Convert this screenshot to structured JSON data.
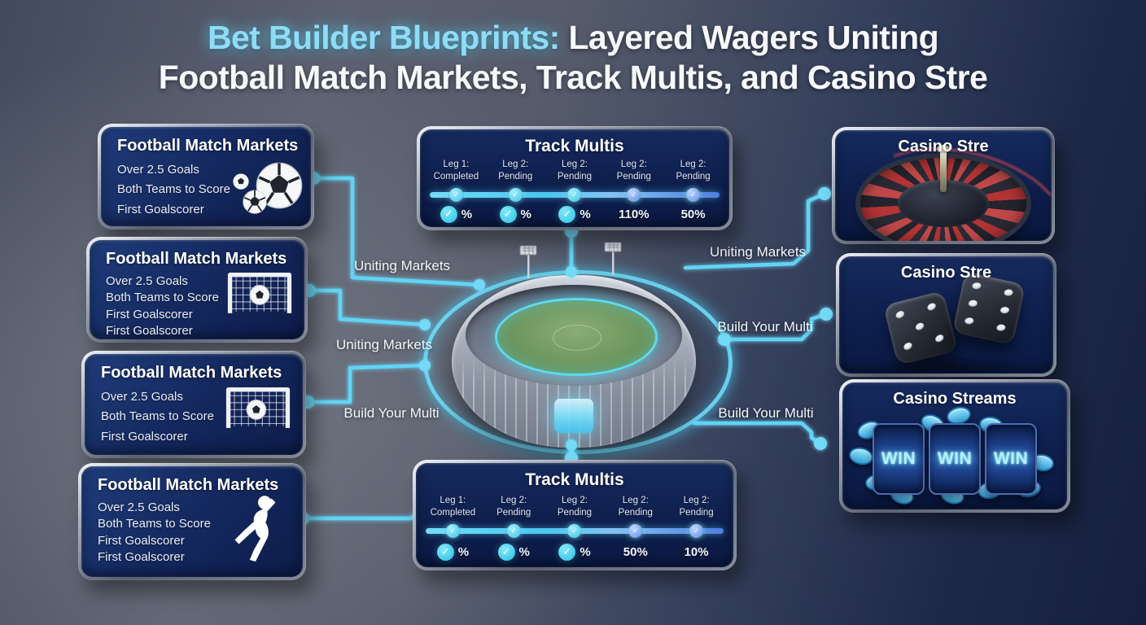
{
  "title": {
    "highlight": "Bet Builder Blueprints:",
    "line1_rest": "Layered Wagers Uniting",
    "line2": "Football Match Markets, Track Multis, and Casino Stre"
  },
  "football_cards": [
    {
      "title": "Football Match Markets",
      "icon": "soccer-balls-icon",
      "items": [
        "Over 2.5 Goals",
        "Both Teams to Score",
        "First Goalscorer"
      ]
    },
    {
      "title": "Football Match Markets",
      "icon": "goal-net-icon",
      "items": [
        "Over 2.5 Goals",
        "Both Teams to Score",
        "First Goalscorer",
        "First Goalscorer"
      ]
    },
    {
      "title": "Football Match Markets",
      "icon": "goal-net-icon",
      "items": [
        "Over 2.5 Goals",
        "Both Teams to Score",
        "First Goalscorer"
      ]
    },
    {
      "title": "Football Match Markets",
      "icon": "football-player-icon",
      "items": [
        "Over 2.5 Goals",
        "Both Teams to Score",
        "First Goalscorer",
        "First Goalscorer"
      ]
    }
  ],
  "track_cards": [
    {
      "title": "Track Multis",
      "legs": [
        {
          "label": "Leg 1:",
          "status": "Completed",
          "checked": true,
          "value": "%"
        },
        {
          "label": "Leg 2:",
          "status": "Pending",
          "checked": true,
          "value": "%"
        },
        {
          "label": "Leg 2:",
          "status": "Pending",
          "checked": true,
          "value": "%"
        },
        {
          "label": "Leg 2:",
          "status": "Pending",
          "checked": false,
          "value": "110%"
        },
        {
          "label": "Leg 2:",
          "status": "Pending",
          "checked": false,
          "value": "50%"
        }
      ]
    },
    {
      "title": "Track Multis",
      "legs": [
        {
          "label": "Leg 1:",
          "status": "Completed",
          "checked": true,
          "value": "%"
        },
        {
          "label": "Leg 2:",
          "status": "Pending",
          "checked": true,
          "value": "%"
        },
        {
          "label": "Leg 2:",
          "status": "Pending",
          "checked": true,
          "value": "%"
        },
        {
          "label": "Leg 2:",
          "status": "Pending",
          "checked": false,
          "value": "50%"
        },
        {
          "label": "Leg 2:",
          "status": "Pending",
          "checked": false,
          "value": "10%"
        }
      ]
    }
  ],
  "casino_cards": [
    {
      "title": "Casino Stre",
      "icon": "roulette-wheel-icon"
    },
    {
      "title": "Casino Stre",
      "icon": "dice-icon"
    },
    {
      "title": "Casino Streams",
      "icon": "slot-machine-icon",
      "reels": [
        "WIN",
        "WIN",
        "WIN"
      ]
    }
  ],
  "connector_labels": {
    "left": [
      "Uniting Markets",
      "Uniting Markets",
      "Build Your Multi"
    ],
    "right": [
      "Uniting Markets",
      "Build Your Multi",
      "Build Your Multi"
    ]
  },
  "colors": {
    "accent_cyan": "#5ecdf3",
    "title_highlight": "#8fdcf6",
    "card_navy": "#13265a",
    "metal_frame": "#a9b1bf",
    "pitch_green": "#6f975e",
    "win_text": "#b2f1ff"
  }
}
